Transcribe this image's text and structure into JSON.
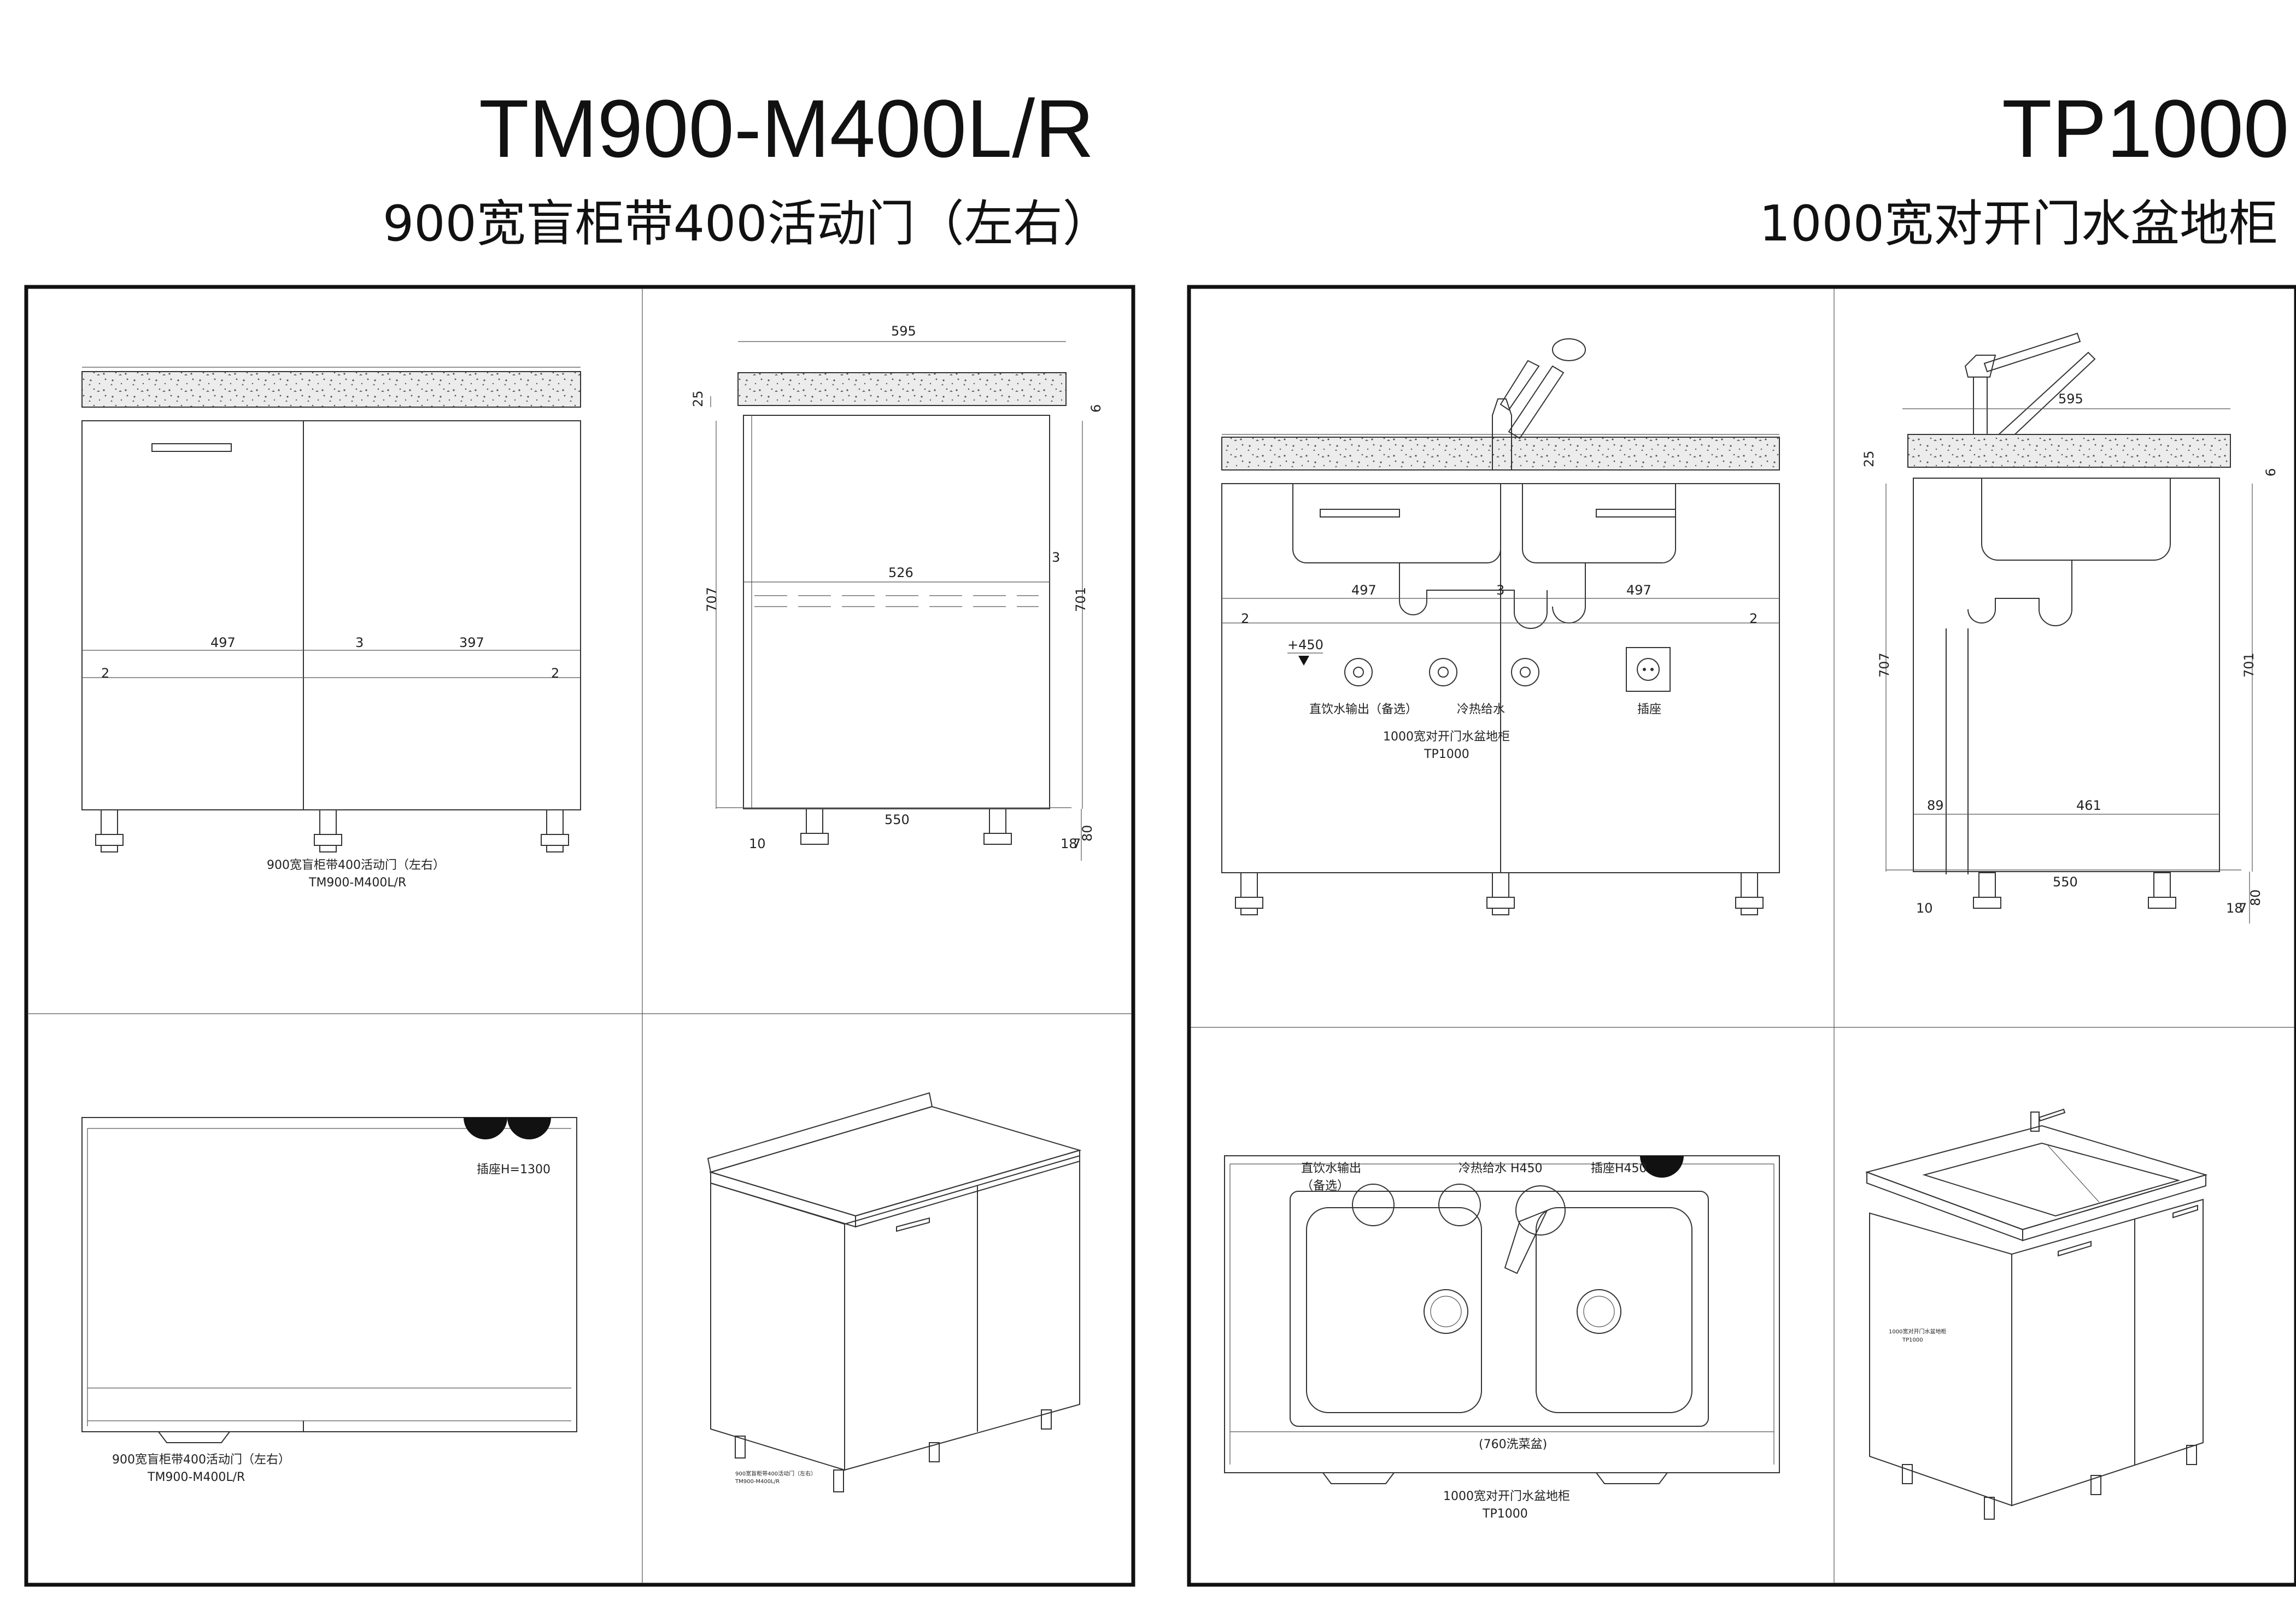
{
  "left": {
    "model": "TM900-M400L/R",
    "description": "900宽盲柜带400活动门（左右）",
    "front_dims": {
      "left_width": "497",
      "gap": "3",
      "right_width": "397",
      "edge_left": "2",
      "edge_right": "2"
    },
    "front_caption": {
      "line1": "900宽盲柜带400活动门（左右）",
      "line2": "TM900-M400L/R"
    },
    "side_dims": {
      "top_depth": "595",
      "top_thickness": "25",
      "back_gap": "6",
      "inner_depth": "526",
      "inner_gap": "3",
      "height_left": "707",
      "height_right": "701",
      "bottom_depth": "550",
      "foot_offset": "10",
      "leg_height": "80",
      "leg_sub1": "18",
      "leg_sub2": "7"
    },
    "plan_socket_label": "插座H=1300",
    "plan_caption": {
      "line1": "900宽盲柜带400活动门（左右）",
      "line2": "TM900-M400L/R"
    },
    "iso_caption": {
      "line1": "900宽盲柜带400活动门（左右）",
      "line2": "TM900-M400L/R"
    }
  },
  "right": {
    "model": "TP1000",
    "description": "1000宽对开门水盆地柜",
    "front_dims": {
      "left_width": "497",
      "gap": "3",
      "right_width": "497",
      "edge_left": "2",
      "edge_right": "2"
    },
    "front_labels": {
      "level": "+450",
      "direct_water": "直饮水输出（备选）",
      "hot_cold": "冷热给水",
      "socket": "插座"
    },
    "front_caption": {
      "line1": "1000宽对开门水盆地柜",
      "line2": "TP1000"
    },
    "side_dims": {
      "top_depth": "595",
      "top_thickness": "25",
      "back_gap": "6",
      "height_left": "707",
      "height_right": "701",
      "left_offset": "89",
      "inner_depth": "461",
      "bottom_depth": "550",
      "foot_offset": "10",
      "leg_height": "80",
      "leg_sub1": "18",
      "leg_sub2": "7"
    },
    "plan_labels": {
      "direct_water_1": "直饮水输出",
      "direct_water_2": "（备选）",
      "hot_cold": "冷热给水 H450",
      "socket": "插座H450",
      "sink": "(760洗菜盆)"
    },
    "plan_caption": {
      "line1": "1000宽对开门水盆地柜",
      "line2": "TP1000"
    },
    "iso_caption": {
      "line1": "1000宽对开门水盆地柜",
      "line2": "TP1000"
    }
  }
}
